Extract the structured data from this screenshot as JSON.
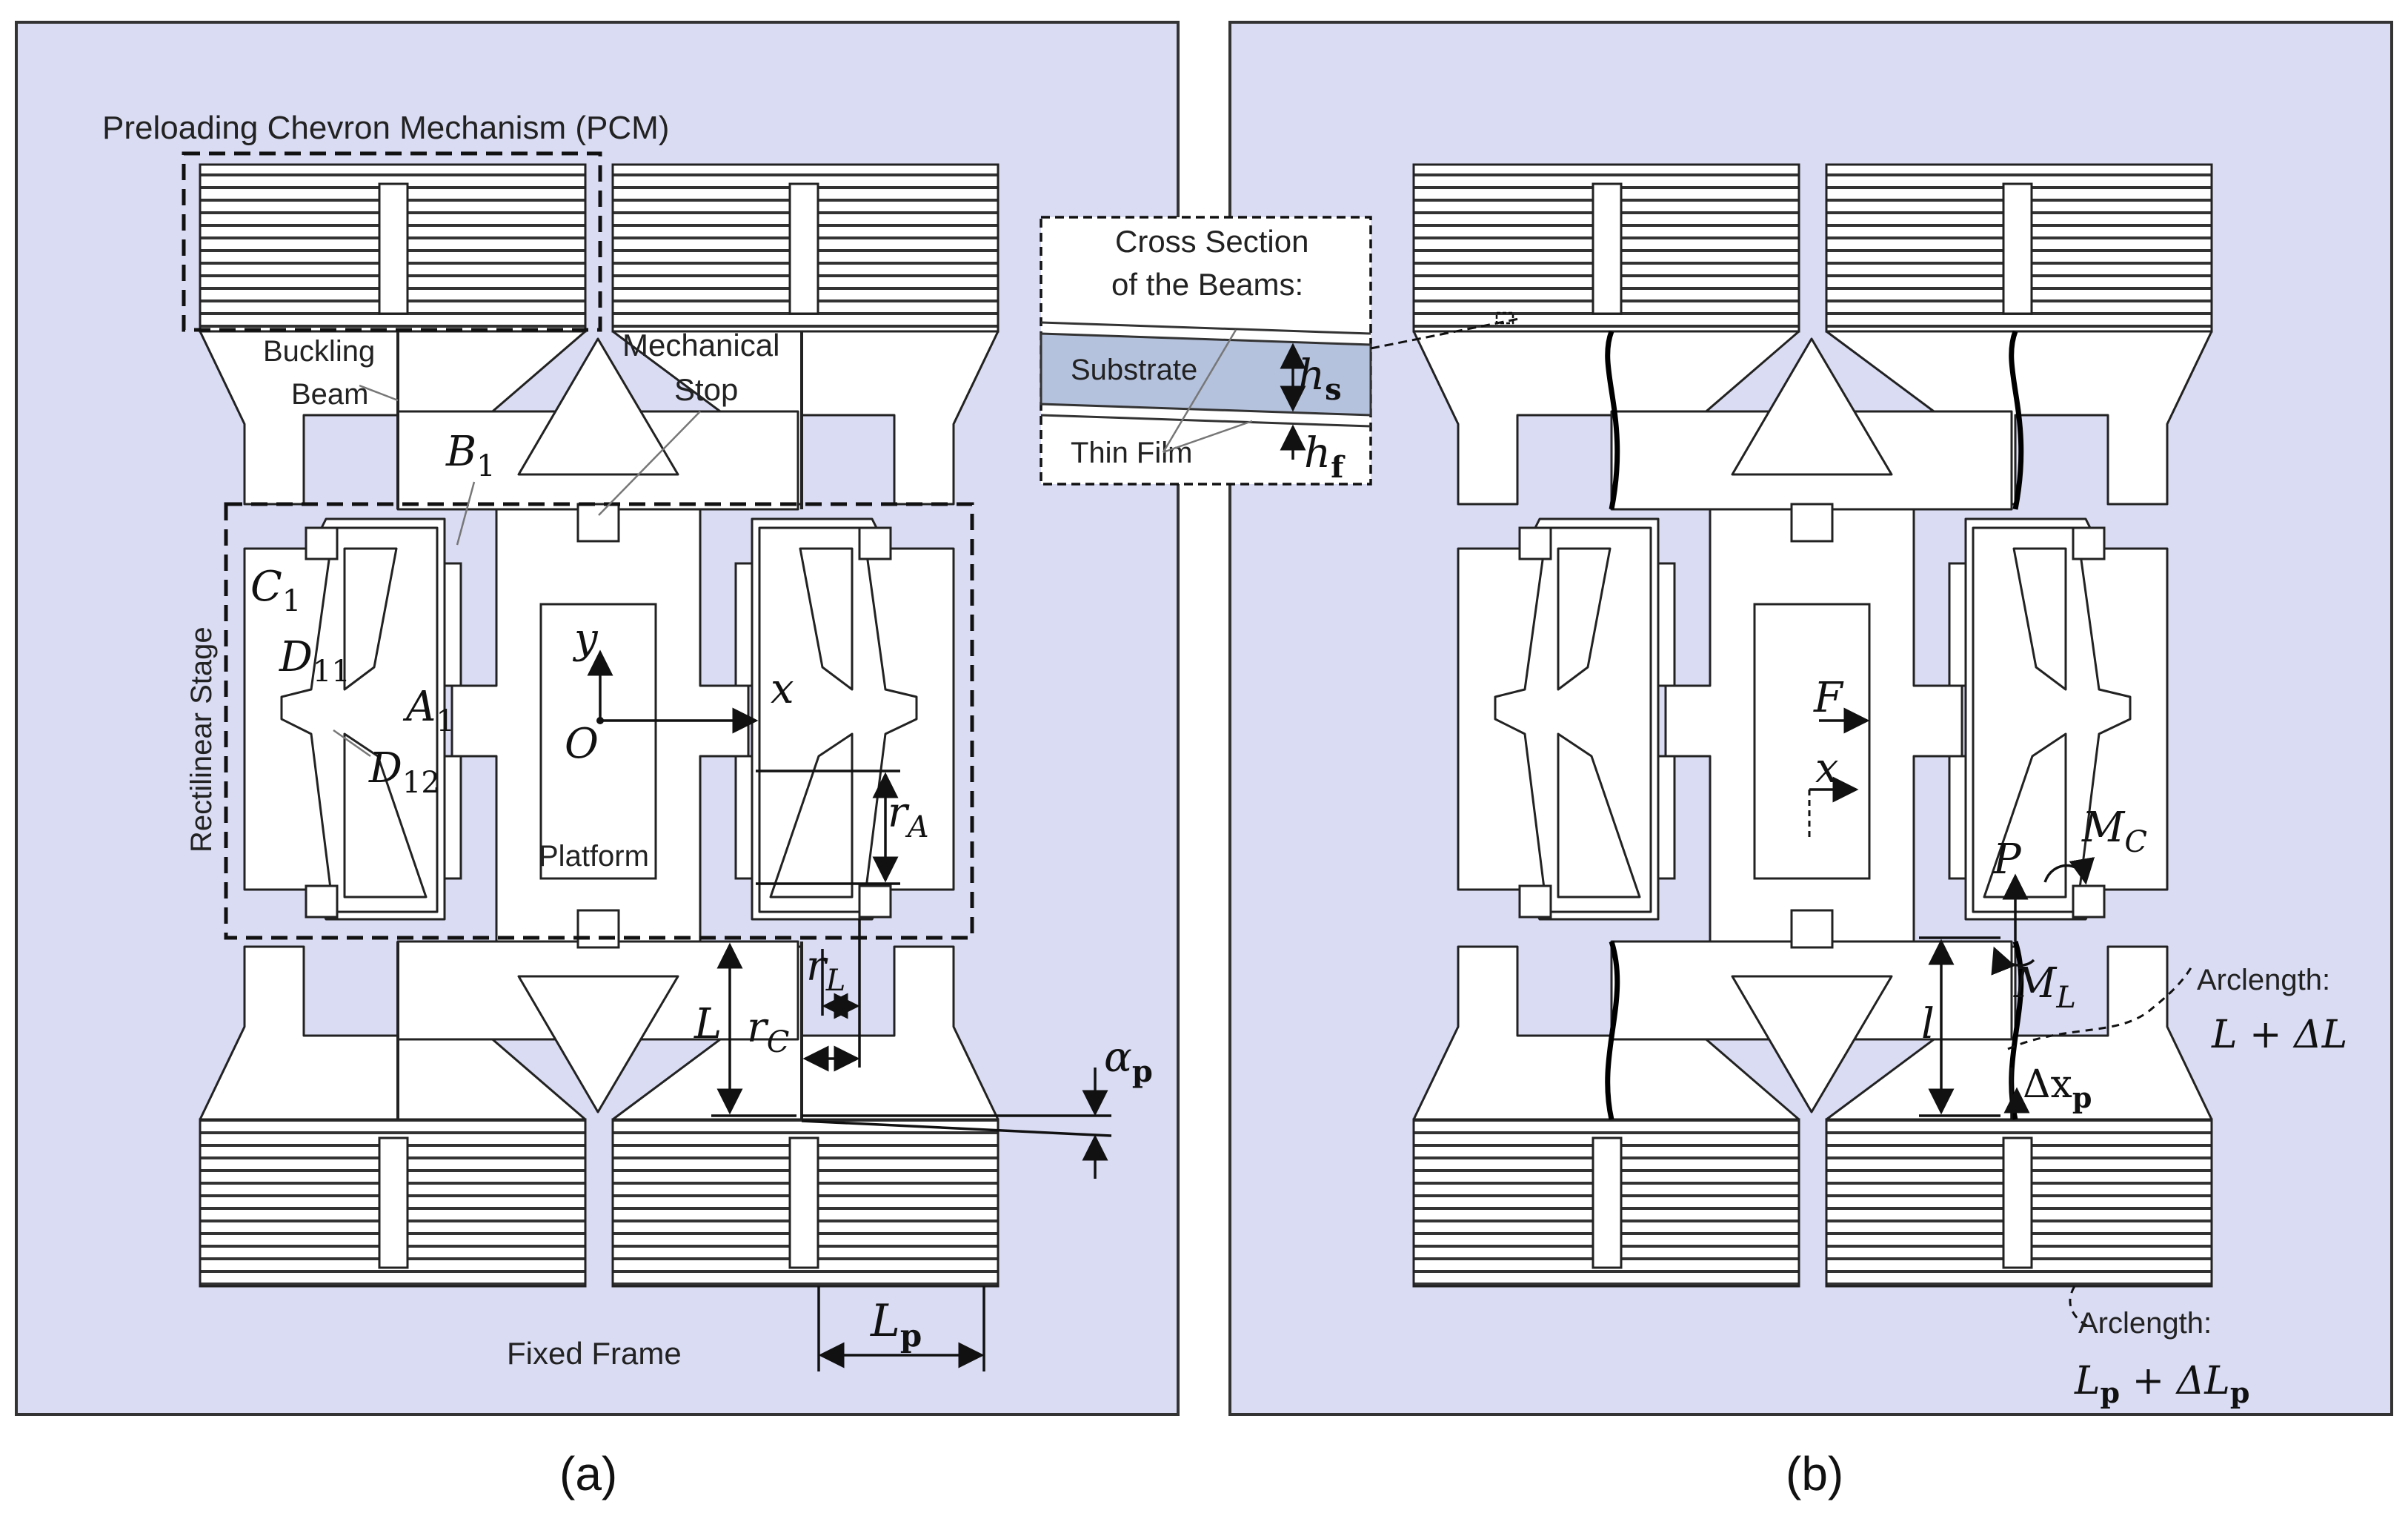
{
  "colors": {
    "background": "#d9dcf3",
    "part_fill": "#ffffff",
    "outline": "#222222",
    "substrate": "#b5c2dd"
  },
  "panel_a": {
    "caption": "(a)",
    "labels": {
      "pcm": "Preloading Chevron Mechanism (PCM)",
      "buckling_beam_1": "Buckling",
      "buckling_beam_2": "Beam",
      "mechanical_stop_1": "Mechanical",
      "mechanical_stop_2": "Stop",
      "rectilinear_stage": "Rectilinear Stage",
      "platform": "Platform",
      "fixed_frame": "Fixed Frame"
    },
    "symbols": {
      "b1": "B",
      "b1_sub": "1",
      "c1": "C",
      "c1_sub": "1",
      "d11": "D",
      "d11_sub": "11",
      "a1": "A",
      "a1_sub": "1",
      "d12": "D",
      "d12_sub": "12",
      "y": "y",
      "x": "x",
      "o": "O",
      "ra": "r",
      "ra_sub": "A",
      "rl": "r",
      "rl_sub": "L",
      "rc": "r",
      "rc_sub": "C",
      "l": "L",
      "alpha": "α",
      "alpha_sub": "p",
      "lp": "L",
      "lp_sub": "p"
    }
  },
  "panel_b": {
    "caption": "(b)",
    "labels": {
      "arclength_1": "Arclength:",
      "arclength_1_value": "L + ΔL",
      "arclength_2": "Arclength:",
      "arclength_2_value_main": "L",
      "arclength_2_value_sub": "p",
      "arclength_2_value_plus": " + ΔL",
      "arclength_2_value_sub2": "p"
    },
    "symbols": {
      "f": "F",
      "x": "x",
      "p": "P",
      "mc": "M",
      "mc_sub": "C",
      "ml": "M",
      "ml_sub": "L",
      "l": "l",
      "dxp": "Δx",
      "dxp_sub": "p"
    }
  },
  "inset": {
    "title_1": "Cross Section",
    "title_2": "of the Beams:",
    "substrate": "Substrate",
    "thin_film": "Thin Film",
    "hs": "h",
    "hs_sub": "s",
    "hf": "h",
    "hf_sub": "f"
  }
}
